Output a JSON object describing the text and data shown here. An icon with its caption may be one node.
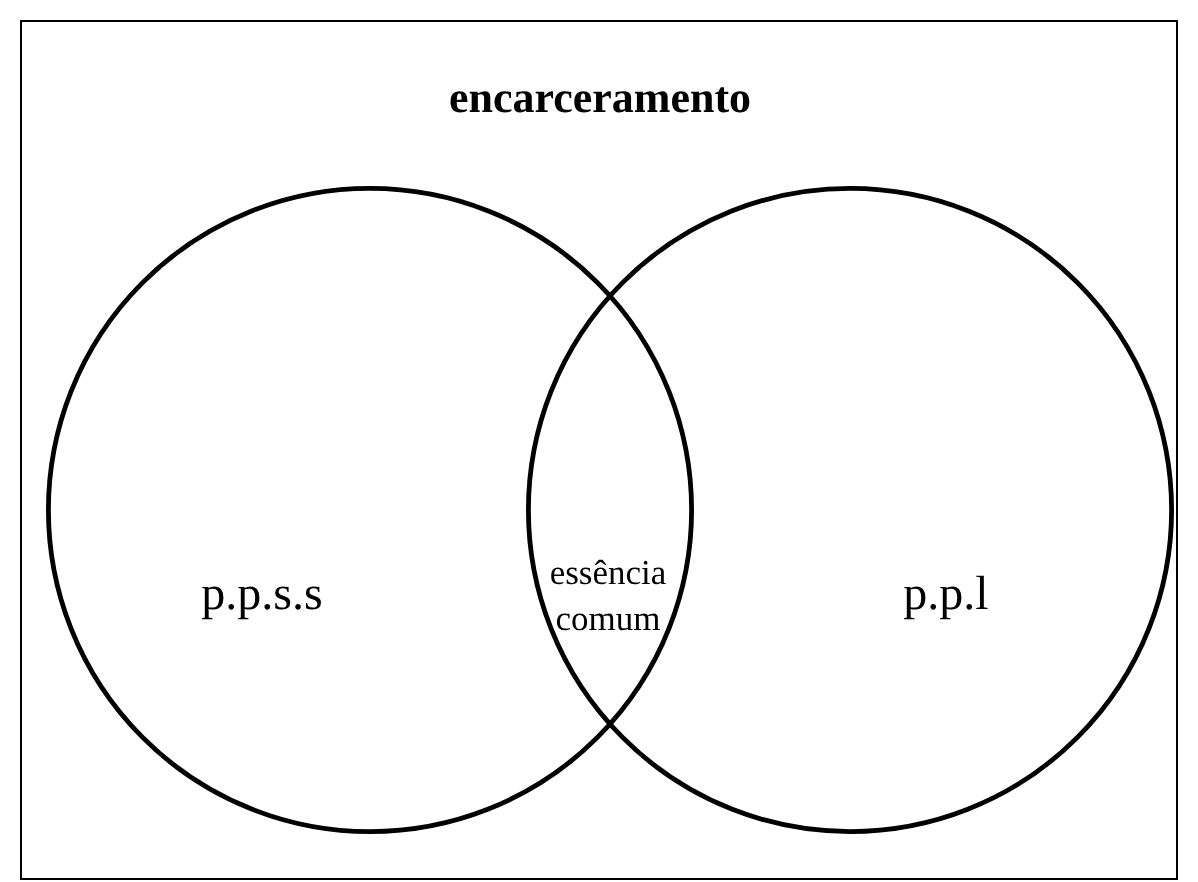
{
  "diagram": {
    "nodes": [
      {
        "text": [
          "encarceramento"
        ]
      },
      {
        "text": [
          "p.p.s.s"
        ],
        "in": 0
      },
      {
        "text": [
          "p.p.l"
        ],
        "in": 0
      }
    ],
    "labels": [
      "essência comum"
    ]
  }
}
